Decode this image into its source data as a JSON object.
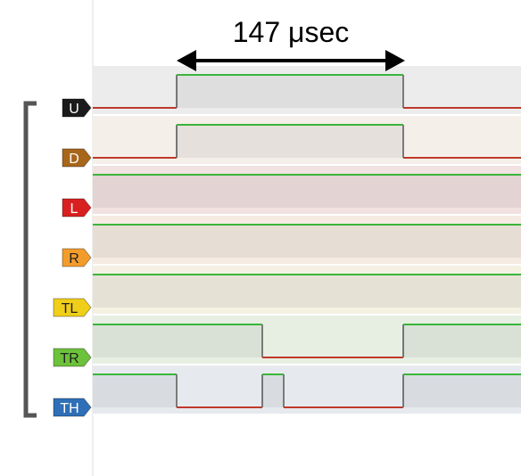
{
  "measurement": {
    "label": "147 μsec"
  },
  "channels": [
    {
      "tag": "U",
      "tag_color": "#1b1b1b",
      "tag_text_color": "#ffffff",
      "lane_color": "#ececec"
    },
    {
      "tag": "D",
      "tag_color": "#a8661a",
      "tag_text_color": "#ffffff",
      "lane_color": "#f4efe9"
    },
    {
      "tag": "L",
      "tag_color": "#d92020",
      "tag_text_color": "#ffffff",
      "lane_color": "#f2e1e1"
    },
    {
      "tag": "R",
      "tag_color": "#f39c2c",
      "tag_text_color": "#222222",
      "lane_color": "#f5ebe3"
    },
    {
      "tag": "TL",
      "tag_color": "#f0cf1a",
      "tag_text_color": "#222222",
      "lane_color": "#f4f1e3"
    },
    {
      "tag": "TR",
      "tag_color": "#6cc23a",
      "tag_text_color": "#222222",
      "lane_color": "#e7efe3"
    },
    {
      "tag": "TH",
      "tag_color": "#2f6fb7",
      "tag_text_color": "#ffffff",
      "lane_color": "#e6eaef"
    }
  ],
  "colors": {
    "high_line": "#3ab53a",
    "low_line": "#c0392b",
    "edge_line": "#7a7a7a",
    "bracket": "#555555",
    "grid": "#dddddd"
  }
}
